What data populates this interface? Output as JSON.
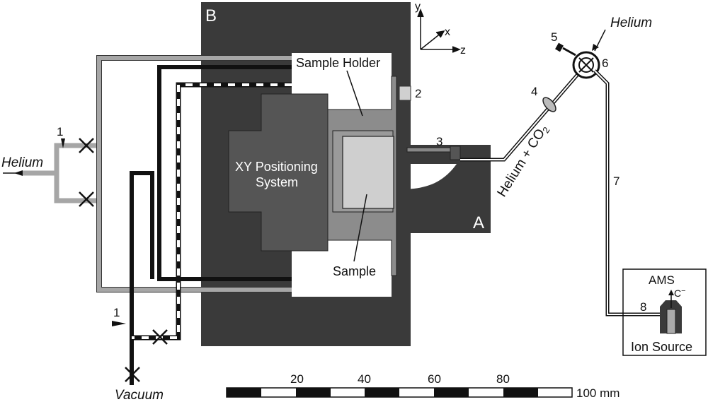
{
  "labels": {
    "region_b": "B",
    "region_a": "A",
    "sample_holder": "Sample Holder",
    "xy_line1": "XY Positioning",
    "xy_line2": "System",
    "sample": "Sample",
    "helium_in": "Helium",
    "helium_top": "Helium",
    "vacuum": "Vacuum",
    "helium_co2": "Helium + CO",
    "co2_subscript": "2",
    "ams": "AMS",
    "c_minus": "C",
    "c_minus_sup": "−",
    "ion_source": "Ion Source"
  },
  "axes": {
    "y": "y",
    "x": "x",
    "z": "z"
  },
  "callouts": {
    "n1_top": "1",
    "n1_bottom": "1",
    "n2": "2",
    "n3": "3",
    "n4": "4",
    "n5": "5",
    "n6": "6",
    "n7": "7",
    "n8": "8"
  },
  "scale_bar": {
    "ticks": [
      "20",
      "40",
      "60",
      "80"
    ],
    "end_label": "100 mm"
  },
  "colors": {
    "housing": "#3a3a3a",
    "xy_system": "#555555",
    "holder": "#8c8c8c",
    "sample": "#cfcfcf",
    "tube_gray": "#a6a6a6",
    "line_black": "#111111"
  }
}
